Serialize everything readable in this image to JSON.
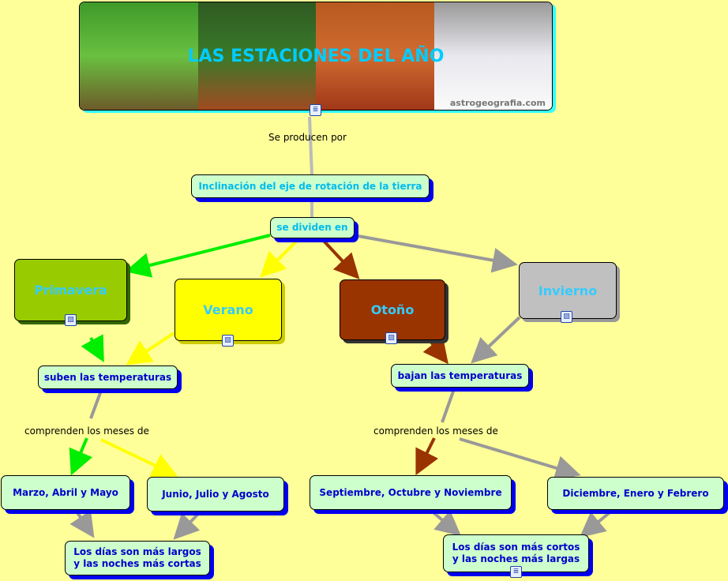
{
  "title": "LAS ESTACIONES DEL AÑO",
  "watermark": "astrogeografia.com",
  "links": {
    "producen": "Se producen por",
    "dividen": "se dividen en",
    "meses_left": "comprenden los meses de",
    "meses_right": "comprenden los meses de"
  },
  "nodes": {
    "inclinacion": "Inclinación del eje de rotación de la tierra",
    "suben": "suben las temperaturas",
    "bajan": "bajan las temperaturas",
    "marzo": "Marzo, Abril y Mayo",
    "junio": "Junio, Julio y Agosto",
    "septiembre": "Septiembre, Octubre y Noviembre",
    "diciembre": "Diciembre, Enero y Febrero",
    "largos": "Los días son más largos\n y las noches más cortas",
    "cortos": "Los días son más cortos\n y las noches más largas"
  },
  "seasons": {
    "primavera": "Primavera",
    "verano": "Verano",
    "otono": "Otoño",
    "invierno": "Invierno"
  },
  "colors": {
    "background": "#ffff99",
    "primavera": "#99cc00",
    "verano": "#ffff00",
    "otono": "#993300",
    "invierno": "#c0c0c0",
    "node": "#ccffcc",
    "text": "#0000cc"
  }
}
